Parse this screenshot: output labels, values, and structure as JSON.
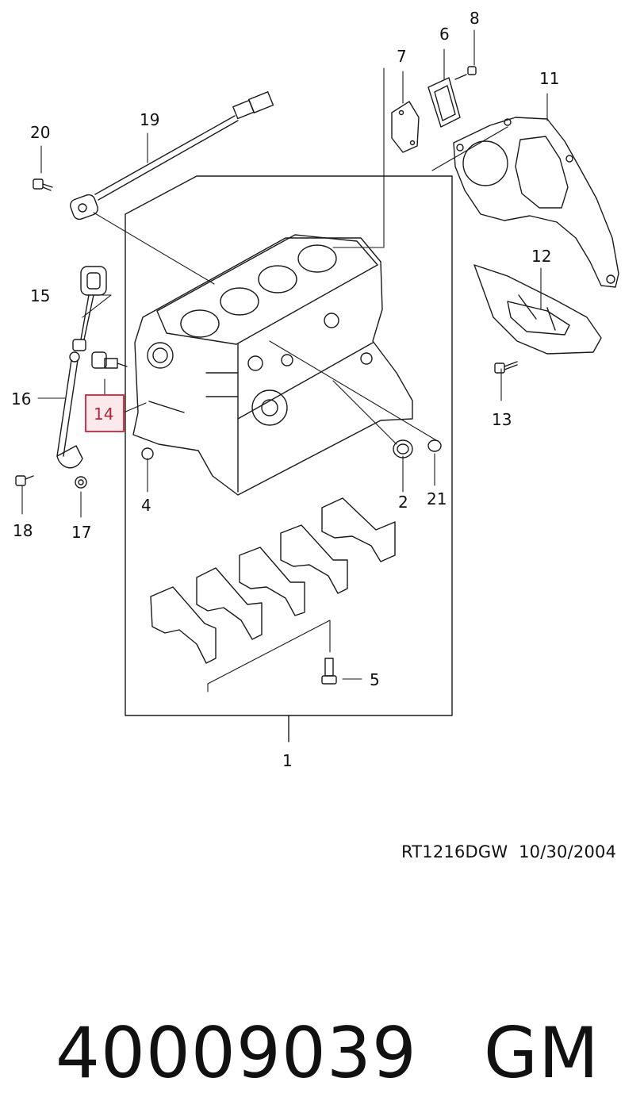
{
  "diagram": {
    "callouts": [
      {
        "id": "1",
        "label": "1"
      },
      {
        "id": "2",
        "label": "2"
      },
      {
        "id": "4",
        "label": "4"
      },
      {
        "id": "5",
        "label": "5"
      },
      {
        "id": "6",
        "label": "6"
      },
      {
        "id": "7",
        "label": "7"
      },
      {
        "id": "8",
        "label": "8"
      },
      {
        "id": "11",
        "label": "11"
      },
      {
        "id": "12",
        "label": "12"
      },
      {
        "id": "13",
        "label": "13"
      },
      {
        "id": "14",
        "label": "14",
        "highlighted": true
      },
      {
        "id": "15",
        "label": "15"
      },
      {
        "id": "16",
        "label": "16"
      },
      {
        "id": "17",
        "label": "17"
      },
      {
        "id": "18",
        "label": "18"
      },
      {
        "id": "19",
        "label": "19"
      },
      {
        "id": "20",
        "label": "20"
      },
      {
        "id": "21",
        "label": "21"
      }
    ],
    "highlight_color": "#d0384a"
  },
  "drawing_ref": "RT1216DGW  10/30/2004",
  "part": {
    "number": "40009039",
    "brand": "GM"
  }
}
